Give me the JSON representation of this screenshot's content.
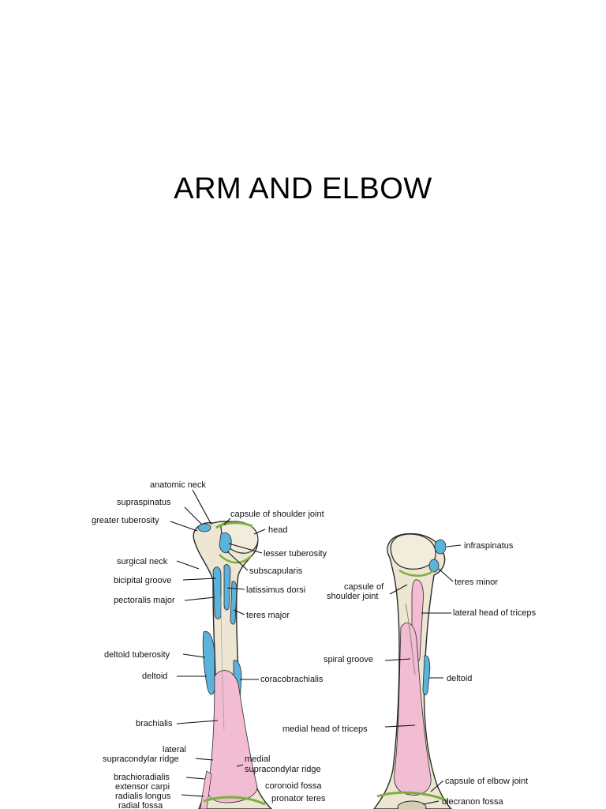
{
  "slide": {
    "title": "ARM AND ELBOW"
  },
  "figure": {
    "anterior_labels": {
      "anatomic_neck": "anatomic neck",
      "supraspinatus": "supraspinatus",
      "greater_tuberosity": "greater tuberosity",
      "capsule_shoulder": "capsule of shoulder joint",
      "head": "head",
      "lesser_tuberosity": "lesser tuberosity",
      "surgical_neck": "surgical neck",
      "subscapularis": "subscapularis",
      "bicipital_groove": "bicipital groove",
      "latissimus_dorsi": "latissimus dorsi",
      "pectoralis_major": "pectoralis major",
      "teres_major": "teres major",
      "deltoid_tuberosity": "deltoid tuberosity",
      "deltoid": "deltoid",
      "coracobrachialis": "coracobrachialis",
      "brachialis": "brachialis",
      "lateral_ridge_1": "lateral",
      "lateral_ridge_2": "supracondylar ridge",
      "medial_ridge_1": "medial",
      "medial_ridge_2": "supracondylar ridge",
      "brachioradialis": "brachioradialis",
      "ecrl_1": "extensor carpi",
      "ecrl_2": "radialis longus",
      "radial_fossa": "radial fossa",
      "coronoid_fossa": "coronoid fossa",
      "pronator_teres": "pronator teres"
    },
    "posterior_labels": {
      "infraspinatus": "infraspinatus",
      "capsule_shoulder_1": "capsule of",
      "capsule_shoulder_2": "shoulder joint",
      "teres_minor": "teres minor",
      "lateral_head_triceps": "lateral head of triceps",
      "spiral_groove": "spiral groove",
      "deltoid": "deltoid",
      "medial_head_triceps": "medial head of triceps",
      "capsule_elbow": "capsule of elbow joint",
      "olecranon_fossa": "olecranon fossa"
    },
    "colors": {
      "bone": "#ece6d2",
      "bone_shadow": "#d6ceb4",
      "muscle_origin_pink": "#f2bcd2",
      "muscle_insertion_blue": "#5bb3dc",
      "capsule_green": "#7fae3f",
      "outline": "#2a2a2a"
    }
  }
}
